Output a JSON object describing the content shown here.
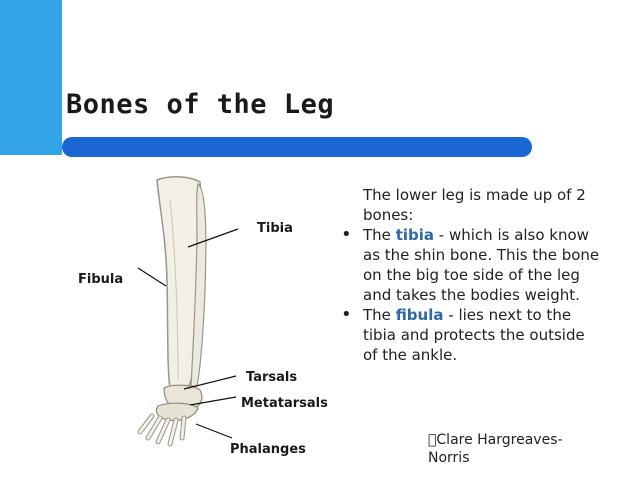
{
  "title": "Bones of the Leg",
  "labels": {
    "tibia": "Tibia",
    "fibula": "Fibula",
    "tarsals": "Tarsals",
    "metatarsals": "Metatarsals",
    "phalanges": "Phalanges"
  },
  "body": {
    "intro": "The lower leg is made up of 2 bones:",
    "bullet1": {
      "lead": "The",
      "term": "tibia",
      "rest": "- which is also know as the shin bone. This the bone on the big toe side of the leg and takes the bodies weight."
    },
    "bullet2": {
      "lead": "The",
      "term": "fibula",
      "rest": "- lies next to the tibia and protects the outside of the ankle."
    }
  },
  "credit": "\u0000Clare Hargreaves-Norris",
  "colors": {
    "accent": "#33a3e8",
    "title_bar": "#1a67d4",
    "term": "#2e68a8"
  }
}
